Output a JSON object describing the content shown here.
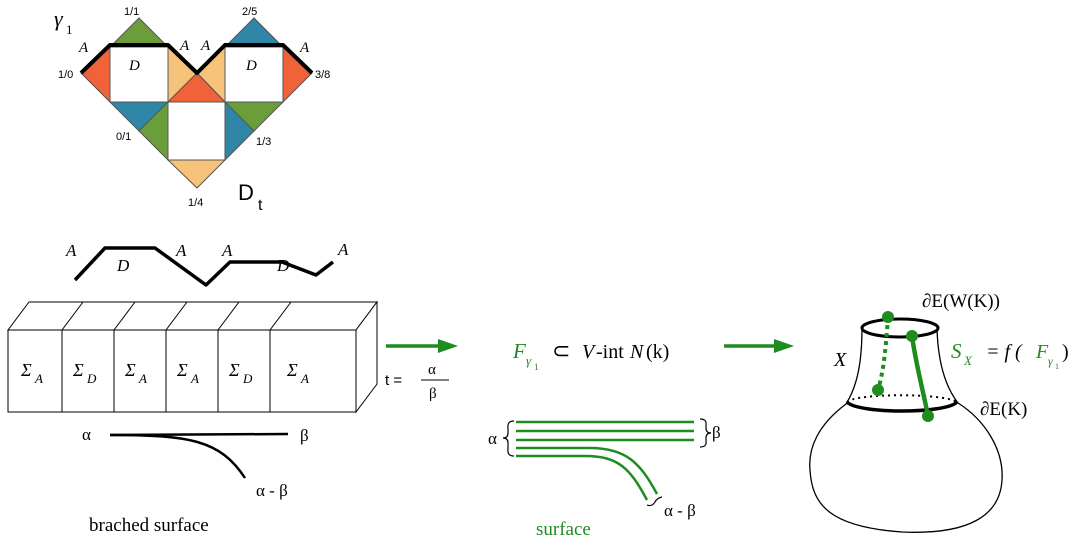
{
  "colors": {
    "green": "#6b9e3a",
    "blue": "#2f86a6",
    "orange": "#f0623a",
    "peach": "#f7c27a",
    "flow_green": "#1e8c1e",
    "ink": "#000000"
  },
  "top_diagram": {
    "gamma": "γ",
    "gamma_sub": "1",
    "slopes": {
      "s11": "1/1",
      "s25": "2/5",
      "s10": "1/0",
      "s38": "3/8",
      "s01": "0/1",
      "s13": "1/3",
      "s14": "1/4"
    },
    "edge_labels": [
      "A",
      "A",
      "A",
      "A"
    ],
    "square_labels": [
      "D",
      "D"
    ],
    "dt_main": "D",
    "dt_sub": "t"
  },
  "path_labels": {
    "a1": "A",
    "d1": "D",
    "a2": "A",
    "a3": "A",
    "d2": "D",
    "a4": "A"
  },
  "sigma_boxes": [
    {
      "main": "Σ",
      "sub": "A"
    },
    {
      "main": "Σ",
      "sub": "D"
    },
    {
      "main": "Σ",
      "sub": "A"
    },
    {
      "main": "Σ",
      "sub": "A"
    },
    {
      "main": "Σ",
      "sub": "D"
    },
    {
      "main": "Σ",
      "sub": "A"
    }
  ],
  "branch_left": {
    "alpha": "α",
    "beta": "β",
    "alpha_minus_beta": "α - β",
    "caption": "brached surface"
  },
  "arrow1": {
    "t_eq": "t =",
    "num": "α",
    "den": "β"
  },
  "middle": {
    "F": "F",
    "F_sub": "γ",
    "F_subsub": "1",
    "subset": "⊂",
    "V": "V",
    "int": "-int",
    "N": "N",
    "k": "(k)",
    "alpha": "α",
    "beta": "β",
    "alpha_minus_beta": "α - β",
    "caption": "surface"
  },
  "right": {
    "top_label": "∂E(W(K))",
    "X": "X",
    "S": "S",
    "S_sub": "X",
    "eq_f": "= f (",
    "F": "F",
    "F_sub": "γ",
    "F_subsub": "1",
    "close": ")",
    "bottom_label": "∂E(K)"
  }
}
